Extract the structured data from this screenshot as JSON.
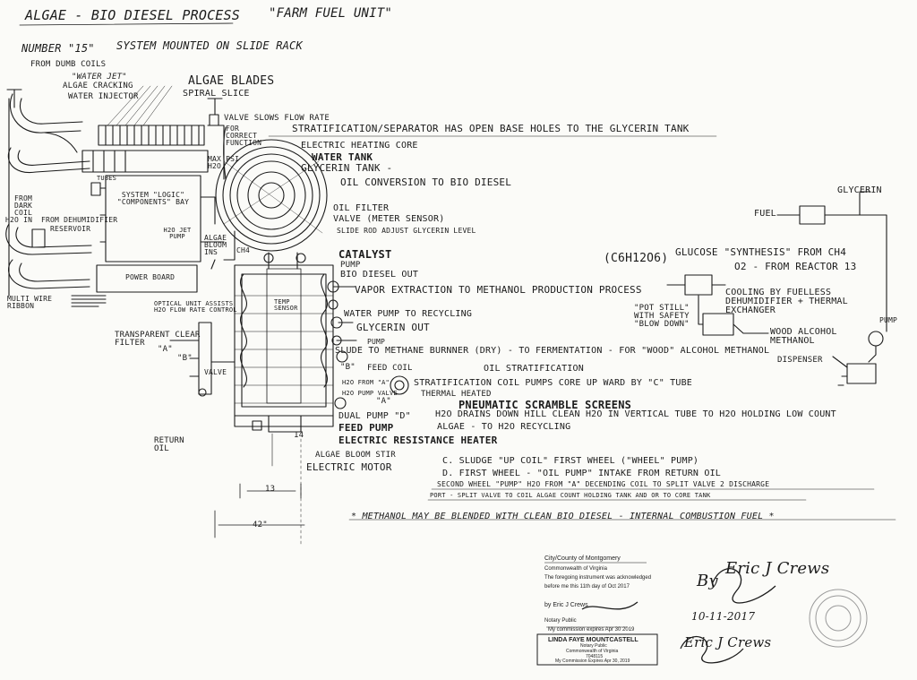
{
  "title": "ALGAE - BIO DIESEL PROCESS",
  "subtitle": "\"FARM FUEL UNIT\"",
  "number_line": "NUMBER \"15\"",
  "system_line": "SYSTEM MOUNTED ON SLIDE RACK",
  "left_labels": {
    "from_dumb_coils": "FROM DUMB COILS",
    "water_jet": "\"WATER JET\"",
    "algae_cracking": "ALGAE CRACKING",
    "water_injector": "WATER INJECTOR",
    "from_dark_coil": "FROM DARK COIL",
    "h2o_in": "H2O IN",
    "from_dehumidifier": "FROM DEHUMIDIFIER",
    "reservoir": "RESERVOIR",
    "tubes": "TUBES",
    "system_logic": "SYSTEM \"LOGIC\" \"COMPONENTS\" BAY",
    "h2o_jet_pump": "H2O JET PUMP",
    "power_board": "POWER BOARD",
    "optical_unit": "OPTICAL UNIT ASSISTS H2O FLOW RATE CONTROL",
    "multi_wire": "MULTI WIRE RIBBON",
    "transparent_clear_filter": "TRANSPARENT CLEAR FILTER",
    "valve": "VALVE",
    "return_oil": "RETURN OIL",
    "a_mark": "\"A\"",
    "b_mark": "\"B\""
  },
  "top_labels": {
    "algae_blades": "ALGAE BLADES",
    "spiral_slice": "SPIRAL SLICE",
    "valve_slows": "VALVE SLOWS FLOW RATE",
    "for_correct": "FOR CORRECT FUNCTION",
    "max_psi": "MAX PSI H2O",
    "stratification": "STRATIFICATION/SEPARATOR HAS OPEN BASE HOLES TO THE GLYCERIN TANK",
    "electric_heating_core": "ELECTRIC HEATING CORE",
    "water_tank": "WATER TANK",
    "glycerin_tank": "GLYCERIN TANK -",
    "oil_conversion": "OIL CONVERSION TO BIO DIESEL",
    "oil_filter": "OIL FILTER",
    "valve_meter": "VALVE (METER SENSOR)",
    "slide_rod": "SLIDE ROD ADJUST GLYCERIN LEVEL",
    "algae_bloom_ins": "ALGAE BLOOM INS",
    "ch4": "CH4"
  },
  "middle_labels": {
    "catalyst": "CATALYST",
    "pump": "PUMP",
    "bio_diesel_out": "BIO DIESEL OUT",
    "vapor_extraction": "VAPOR EXTRACTION TO METHANOL PRODUCTION PROCESS",
    "water_pump_recycling": "WATER PUMP TO RECYCLING",
    "glycerin_out": "GLYCERIN OUT",
    "slude_to_methane": "SLUDE TO METHANE BURNNER (DRY) - TO FERMENTATION - FOR \"WOOD\" ALCOHOL METHANOL",
    "feed_coil": "FEED COIL",
    "oil_stratification": "OIL STRATIFICATION",
    "stratification_coil": "STRATIFICATION COIL PUMPS CORE UP WARD BY \"C\" TUBE",
    "thermal_heated": "THERMAL HEATED",
    "pneumatic": "PNEUMATIC SCRAMBLE SCREENS",
    "dual_pump": "DUAL PUMP \"D\"",
    "drains_down": "H2O DRAINS DOWN HILL CLEAN H2O IN VERTICAL TUBE TO H2O HOLDING LOW COUNT",
    "feed_pump": "FEED PUMP",
    "algae_h2o_recycling": "ALGAE - TO H2O RECYCLING",
    "electric_resistance": "ELECTRIC RESISTANCE HEATER",
    "algae_bloom_stir": "ALGAE BLOOM STIR",
    "electric_motor": "ELECTRIC MOTOR",
    "temp_sensor": "TEMP SENSOR",
    "h2o_from_a": "H2O FROM \"A\"",
    "h2o_pump_valve": "H2O PUMP VALVE",
    "pump_label": "PUMP",
    "b_label": "\"B\"",
    "a_label": "\"A\""
  },
  "right_labels": {
    "glycerin": "GLYCERIN",
    "fuel": "FUEL",
    "formula": "(C6H12O6)",
    "glucose_synthesis": "GLUCOSE \"SYNTHESIS\" FROM CH4",
    "o2_reactor": "O2 - FROM REACTOR 13",
    "cooling": "COOLING BY FUELLESS DEHUMIDIFIER + THERMAL EXCHANGER",
    "pot_still": "\"POT STILL\" WITH SAFETY \"BLOW DOWN\"",
    "wood_alcohol": "WOOD ALCOHOL METHANOL",
    "dispenser": "DISPENSER",
    "pump_right": "PUMP"
  },
  "notes": {
    "c_line": "C. SLUDGE \"UP COIL\" FIRST WHEEL (\"WHEEL\" PUMP)",
    "d_line": "D. FIRST WHEEL - \"OIL PUMP\" INTAKE FROM RETURN OIL",
    "second_wheel": "SECOND WHEEL \"PUMP\" H2O FROM \"A\" DECENDING COIL TO SPLIT VALVE 2 DISCHARGE",
    "port_split": "PORT - SPLIT VALVE TO COIL ALGAE COUNT HOLDING TANK AND OR TO CORE TANK",
    "methanol_note": "* METHANOL MAY BE BLENDED WITH CLEAN BIO DIESEL - INTERNAL COMBUSTION FUEL *"
  },
  "dimensions": {
    "d13": "13",
    "d42": "42\"",
    "d14": "14"
  },
  "signature": {
    "by": "By",
    "name": "Eric J Crews",
    "date": "10-11-2017",
    "initials": "Eric J Crews"
  },
  "notary": {
    "line1": "City/County of Montgomery",
    "line2": "Commonwealth of Virginia",
    "line3": "The foregoing instrument was acknowledged",
    "line4": "before me this 11th day of Oct 2017",
    "line5": "by Eric J Crews",
    "line6": "Notary Public",
    "line7": "My commission expires Apr 30 2019",
    "stamp1": "LINDA FAYE MOUNTCASTELL",
    "stamp2": "Notary Public",
    "stamp3": "Commonwealth of Virginia",
    "stamp4": "7048115",
    "stamp5": "My Commission Expires Apr 30, 2019"
  },
  "colors": {
    "ink": "#1b1b1b",
    "paper": "#fbfbf8",
    "seal": "#9a9a9a"
  }
}
